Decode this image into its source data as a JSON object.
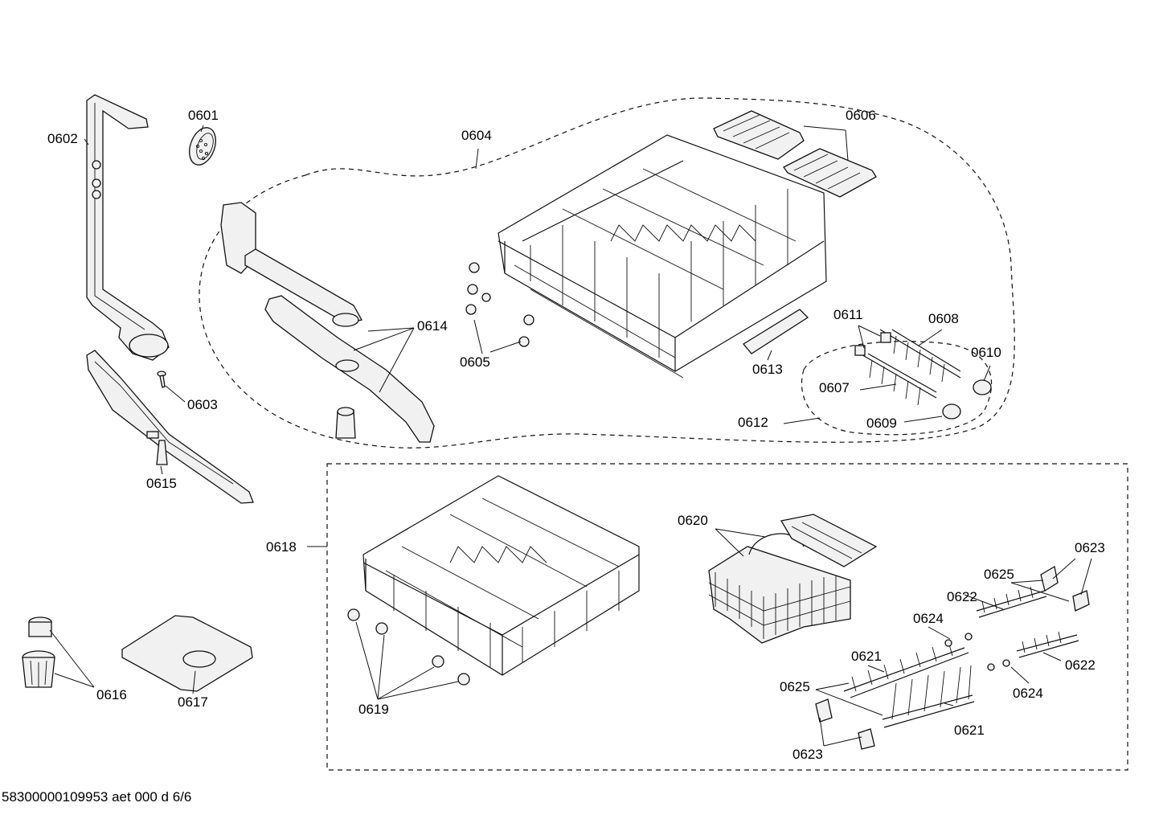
{
  "diagram": {
    "labels": {
      "p0601": "0601",
      "p0602": "0602",
      "p0603": "0603",
      "p0604": "0604",
      "p0605": "0605",
      "p0606": "0606",
      "p0607": "0607",
      "p0608": "0608",
      "p0609": "0609",
      "p0610": "0610",
      "p0611": "0611",
      "p0612": "0612",
      "p0613": "0613",
      "p0614": "0614",
      "p0615": "0615",
      "p0616": "0616",
      "p0617": "0617",
      "p0618": "0618",
      "p0619": "0619",
      "p0620": "0620",
      "p0621a": "0621",
      "p0621b": "0621",
      "p0622a": "0622",
      "p0622b": "0622",
      "p0623a": "0623",
      "p0623b": "0623",
      "p0624a": "0624",
      "p0624b": "0624",
      "p0625a": "0625",
      "p0625b": "0625"
    },
    "footer": "58300000109953 aet 000 d 6/6"
  }
}
